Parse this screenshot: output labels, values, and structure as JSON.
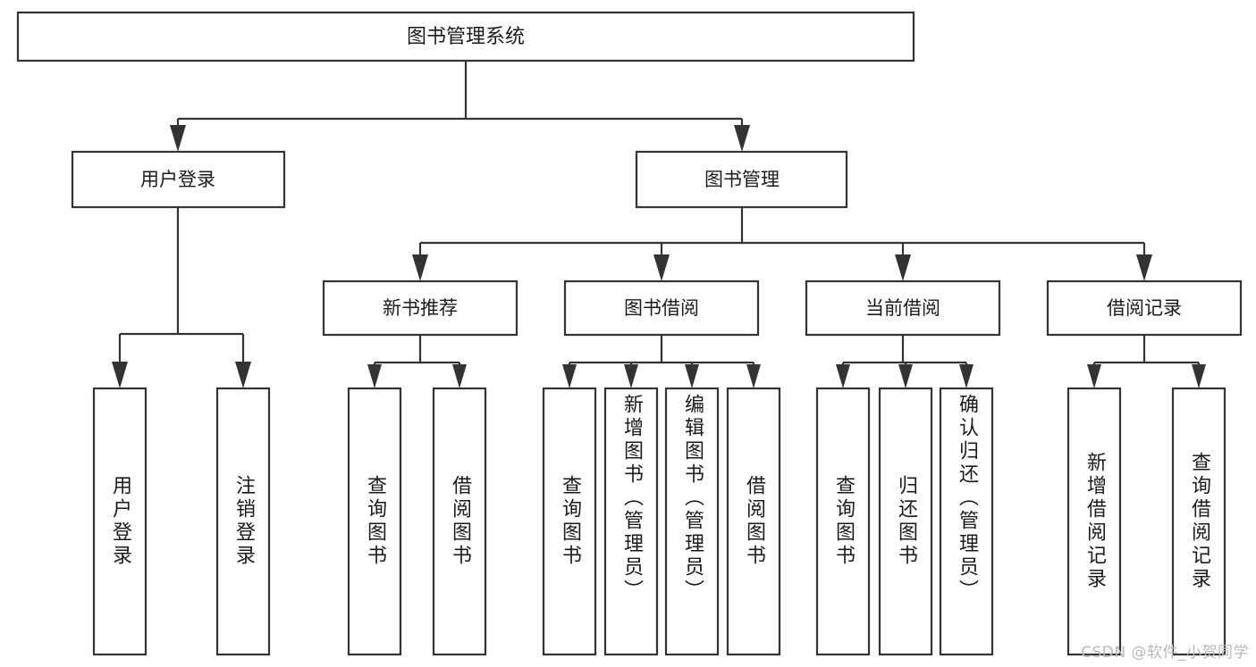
{
  "diagram": {
    "type": "tree-hierarchy-chart",
    "title": "图书管理系统",
    "watermark": "CSDN @软件_小贺同学",
    "colors": {
      "stroke": "#333333",
      "fill": "#ffffff",
      "text": "#1b1b1b",
      "watermark": "#b9b9b9",
      "background": "#ffffff"
    },
    "root": {
      "label": "图书管理系统"
    },
    "level2": [
      {
        "id": "user-login",
        "label": "用户登录"
      },
      {
        "id": "book-management",
        "label": "图书管理"
      }
    ],
    "level3": [
      {
        "id": "new-book-recommend",
        "label": "新书推荐",
        "parent": "book-management"
      },
      {
        "id": "book-borrow",
        "label": "图书借阅",
        "parent": "book-management"
      },
      {
        "id": "current-borrow",
        "label": "当前借阅",
        "parent": "book-management"
      },
      {
        "id": "borrow-record",
        "label": "借阅记录",
        "parent": "book-management"
      }
    ],
    "leaves": [
      {
        "id": "leaf-user-login",
        "label": "用户登录",
        "parent": "user-login"
      },
      {
        "id": "leaf-logout-login",
        "label": "注销登录",
        "parent": "user-login"
      },
      {
        "id": "leaf-query-book-1",
        "label": "查询图书",
        "parent": "new-book-recommend"
      },
      {
        "id": "leaf-borrow-book-1",
        "label": "借阅图书",
        "parent": "new-book-recommend"
      },
      {
        "id": "leaf-query-book-2",
        "label": "查询图书",
        "parent": "book-borrow"
      },
      {
        "id": "leaf-add-book",
        "label": "新增图书（管理员）",
        "parent": "book-borrow"
      },
      {
        "id": "leaf-edit-book",
        "label": "编辑图书（管理员）",
        "parent": "book-borrow"
      },
      {
        "id": "leaf-borrow-book-2",
        "label": "借阅图书",
        "parent": "book-borrow"
      },
      {
        "id": "leaf-query-book-3",
        "label": "查询图书",
        "parent": "current-borrow"
      },
      {
        "id": "leaf-return-book",
        "label": "归还图书",
        "parent": "current-borrow"
      },
      {
        "id": "leaf-confirm-return",
        "label": "确认归还（管理员）",
        "parent": "current-borrow"
      },
      {
        "id": "leaf-add-record",
        "label": "新增借阅记录",
        "parent": "borrow-record"
      },
      {
        "id": "leaf-query-record",
        "label": "查询借阅记录",
        "parent": "borrow-record"
      }
    ]
  }
}
